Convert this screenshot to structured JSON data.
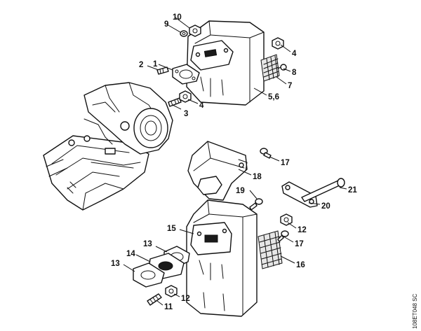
{
  "diagram": {
    "drawing_code": "108ET048 SC",
    "callouts": {
      "c1": "1",
      "c2": "2",
      "c3": "3",
      "c4a": "4",
      "c4b": "4",
      "c56": "5,6",
      "c7": "7",
      "c8": "8",
      "c9": "9",
      "c10": "10",
      "c11": "11",
      "c12a": "12",
      "c12b": "12",
      "c13a": "13",
      "c13b": "13",
      "c14": "14",
      "c15": "15",
      "c16": "16",
      "c17a": "17",
      "c17b": "17",
      "c18": "18",
      "c19": "19",
      "c20": "20",
      "c21": "21"
    }
  }
}
